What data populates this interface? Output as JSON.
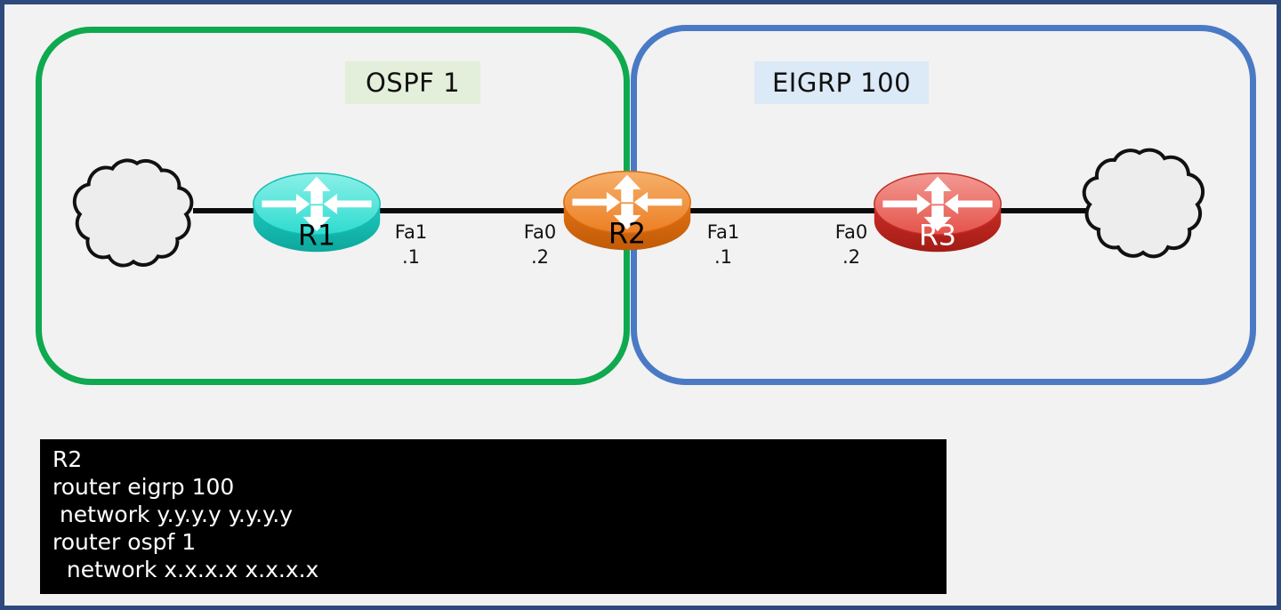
{
  "zones": {
    "ospf": {
      "label": "OSPF 1",
      "border_color": "#0fa94f",
      "label_bg": "#e3efdb"
    },
    "eigrp": {
      "label": "EIGRP 100",
      "border_color": "#4a7ac5",
      "label_bg": "#dce9f6"
    }
  },
  "devices": {
    "r1": {
      "label": "R1",
      "type": "router",
      "top_color": "#2edbd0",
      "body_color": "#1cc9be",
      "label_color": "#000000"
    },
    "r2": {
      "label": "R2",
      "type": "router",
      "top_color": "#ec7f24",
      "body_color": "#e4700f",
      "label_color": "#000000"
    },
    "r3": {
      "label": "R3",
      "type": "router",
      "top_color": "#e5534b",
      "body_color": "#cd2d26",
      "label_color": "#ffffff"
    }
  },
  "interfaces": {
    "r1_fa1": {
      "name": "Fa1",
      "addr": ".1"
    },
    "r2_fa0": {
      "name": "Fa0",
      "addr": ".2"
    },
    "r2_fa1": {
      "name": "Fa1",
      "addr": ".1"
    },
    "r3_fa0": {
      "name": "Fa0",
      "addr": ".2"
    }
  },
  "console": {
    "lines": [
      "R2",
      "router eigrp 100",
      " network y.y.y.y y.y.y.y",
      "router ospf 1",
      "  network x.x.x.x x.x.x.x"
    ]
  },
  "colors": {
    "bg": "#f2f2f2",
    "frame": "#2e4a7d",
    "zone-green": "#0fa94f",
    "zone-blue": "#4a7ac5",
    "label-green-bg": "#e3efdb",
    "label-blue-bg": "#dce9f6",
    "cable": "#0b0b0b",
    "console-bg": "#000000",
    "console-text": "#ffffff"
  }
}
